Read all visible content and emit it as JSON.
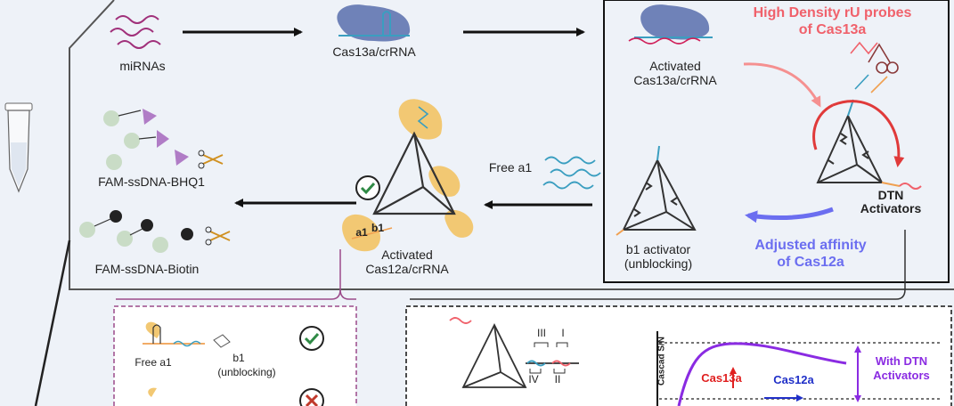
{
  "labels": {
    "mirnas": "miRNAs",
    "cas13a_crrna": "Cas13a/crRNA",
    "activated_cas13a_line1": "Activated",
    "activated_cas13a_line2": "Cas13a/crRNA",
    "high_density_line1": "High Density rU probes",
    "high_density_line2": "of Cas13a",
    "dtn_line1": "DTN",
    "dtn_line2": "Activators",
    "adjusted_line1": "Adjusted affinity",
    "adjusted_line2": "of Cas12a",
    "b1_activator_line1": "b1 activator",
    "b1_activator_line2": "(unblocking)",
    "free_a1": "Free a1",
    "activated_cas12a_line1": "Activated",
    "activated_cas12a_line2": "Cas12a/crRNA",
    "a1": "a1",
    "b1": "b1",
    "fam_bhq1": "FAM-ssDNA-BHQ1",
    "fam_biotin": "FAM-ssDNA-Biotin",
    "inset_free_a1": "Free a1",
    "inset_b1": "b1",
    "inset_unblocking": "(unblocking)",
    "roman_iii": "III",
    "roman_i": "I",
    "roman_iv": "IV",
    "roman_ii": "II",
    "cascade_sn": "Cascad S/N",
    "cas13a": "Cas13a",
    "cas12a": "Cas12a",
    "with_dtn_line1": "With DTN",
    "with_dtn_line2": "Activators"
  },
  "colors": {
    "background": "#eef2f8",
    "enzyme_blue": "#6f82b8",
    "cas12a_gold": "#f2c873",
    "probe_red": "#f0616b",
    "affinity_purple": "#6b6ef0",
    "check_green": "#2f8a45",
    "cross_red": "#c0392b",
    "bead_green": "#c9dcc6",
    "quencher_violet": "#b07cc6",
    "plot_purple": "#8a2be2",
    "plot_red": "#e02020",
    "plot_blue": "#2030c8"
  }
}
